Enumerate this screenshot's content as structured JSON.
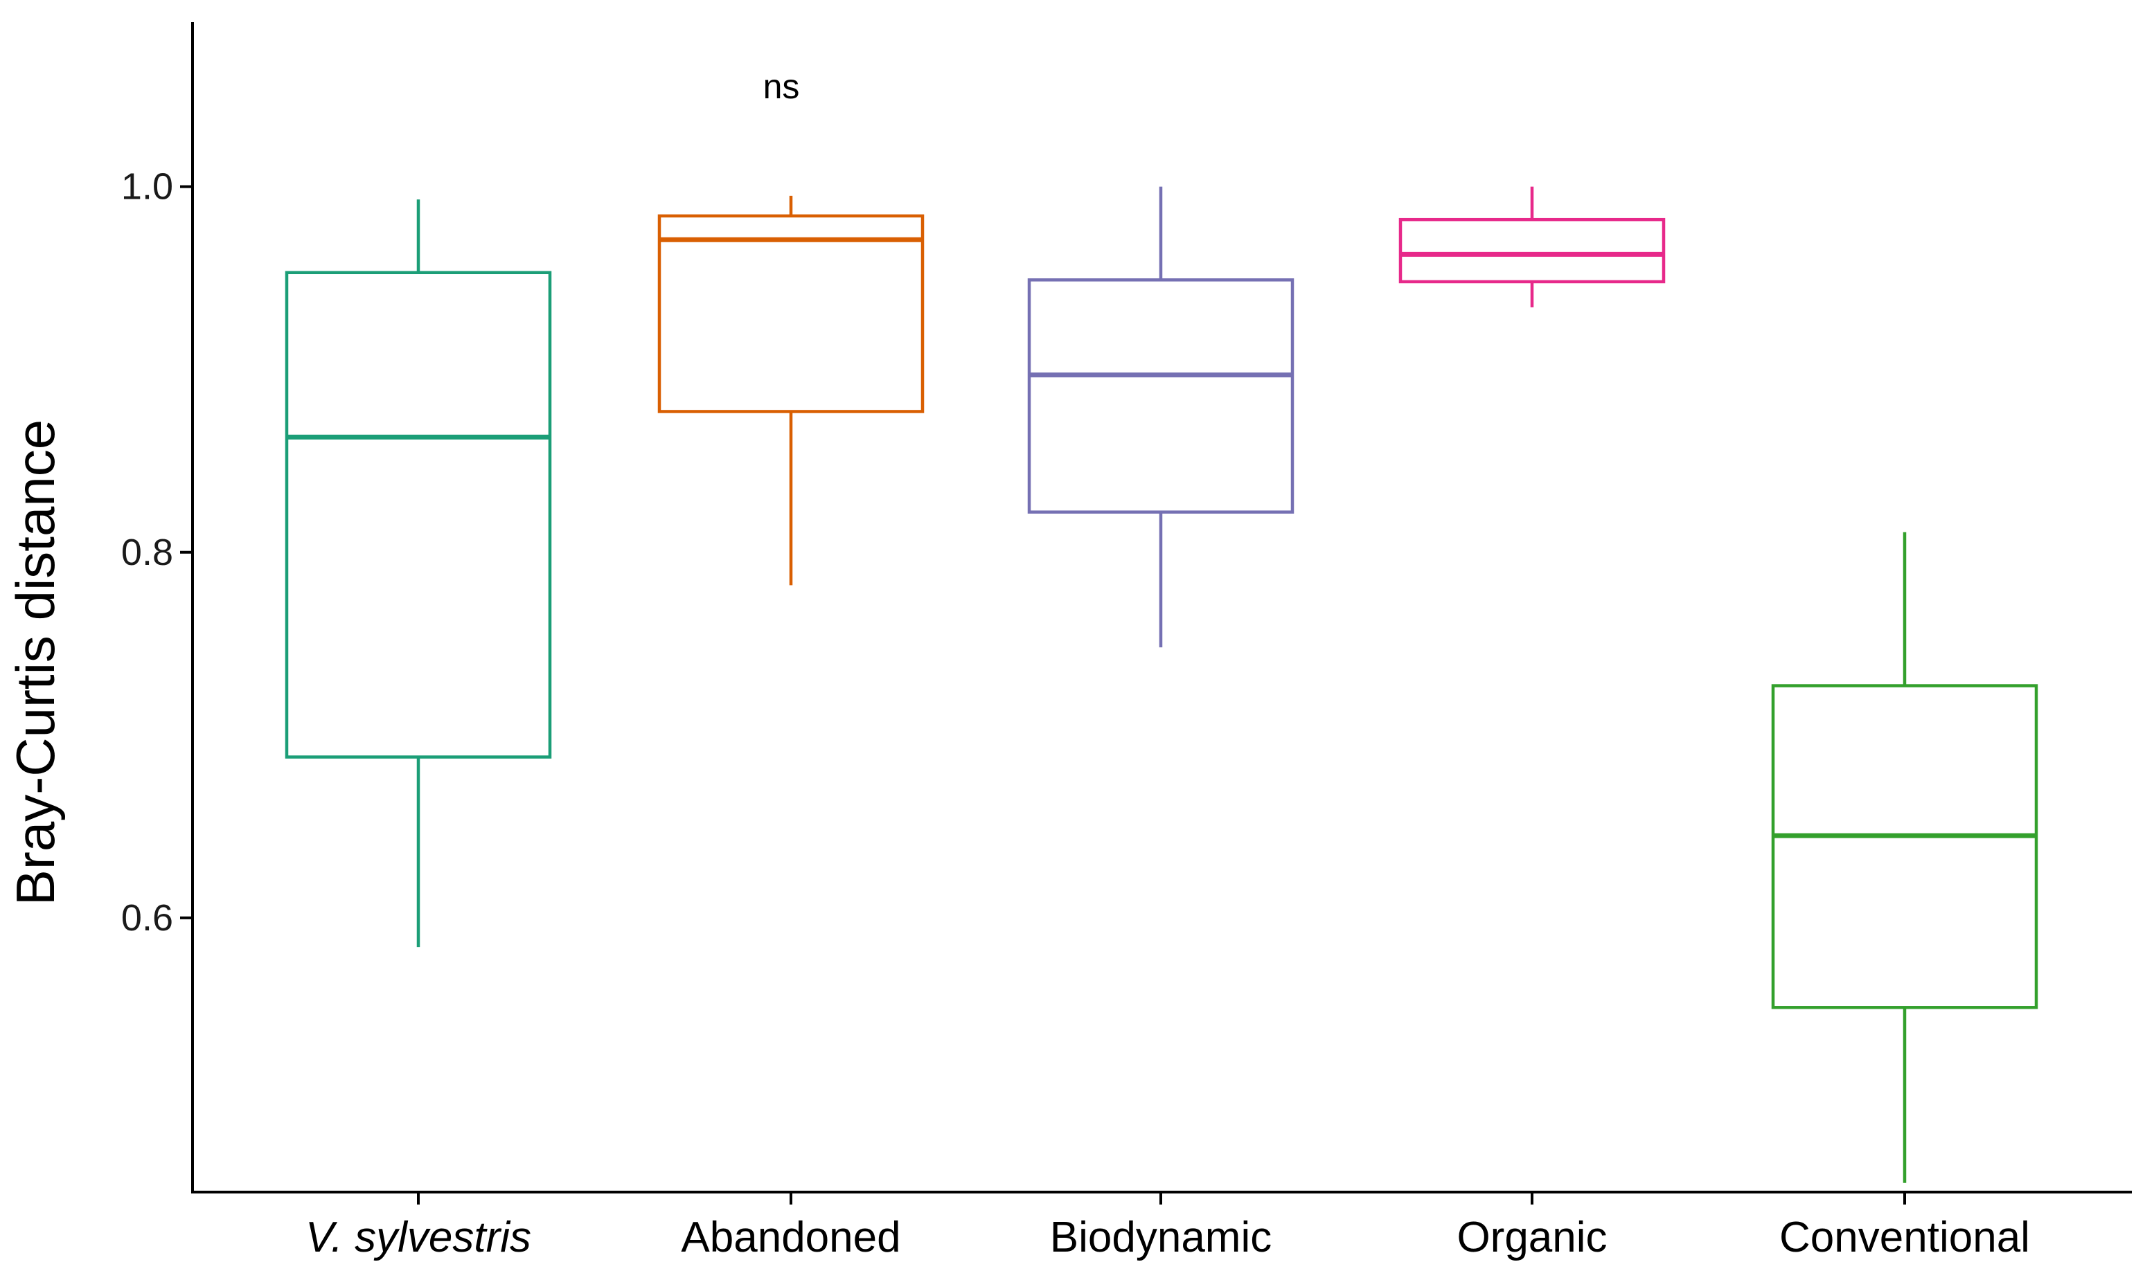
{
  "chart_data": {
    "type": "boxplot",
    "ylabel": "Bray-Curtis distance",
    "xlabel": "",
    "ylim": [
      0.45,
      1.09
    ],
    "yticks": [
      0.6,
      0.8,
      1.0
    ],
    "ytick_labels": [
      "0.6",
      "0.8",
      "1.0"
    ],
    "grid": false,
    "legend": "none",
    "annotation": "ns",
    "categories": [
      "V. sylvestris",
      "Abandoned",
      "Biodynamic",
      "Organic",
      "Conventional"
    ],
    "italic_categories": [
      "V. sylvestris"
    ],
    "boxes": [
      {
        "category": "V. sylvestris",
        "min": 0.584,
        "q1": 0.688,
        "median": 0.863,
        "q3": 0.953,
        "max": 0.993,
        "color": "#1b9e77"
      },
      {
        "category": "Abandoned",
        "min": 0.782,
        "q1": 0.877,
        "median": 0.971,
        "q3": 0.984,
        "max": 0.995,
        "color": "#d95f02"
      },
      {
        "category": "Biodynamic",
        "min": 0.748,
        "q1": 0.822,
        "median": 0.897,
        "q3": 0.949,
        "max": 1.0,
        "color": "#7570b3"
      },
      {
        "category": "Organic",
        "min": 0.934,
        "q1": 0.948,
        "median": 0.963,
        "q3": 0.982,
        "max": 1.0,
        "color": "#e7298a"
      },
      {
        "category": "Conventional",
        "min": 0.455,
        "q1": 0.551,
        "median": 0.645,
        "q3": 0.727,
        "max": 0.811,
        "color": "#33a02c"
      }
    ]
  }
}
